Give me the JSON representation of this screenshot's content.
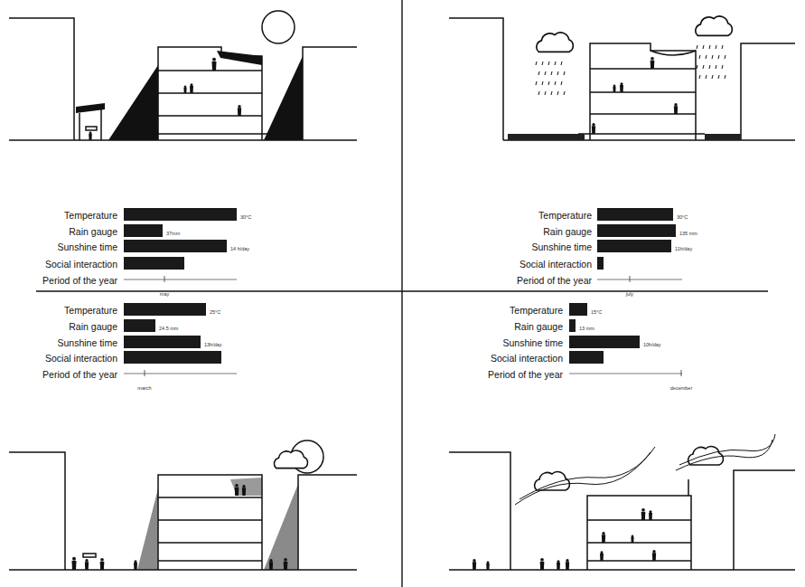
{
  "diagram": {
    "labels": [
      "Temperature",
      "Rain gauge",
      "Sunshine time",
      "Social interaction",
      "Period of the year",
      "30°C",
      "37mm",
      "14 h/day",
      "may",
      "Temperature",
      "Rain gauge",
      "Sunshine time",
      "Social interaction",
      "Period of the year",
      "30°C",
      "135 mm",
      "11h/day",
      "july",
      "Temperature",
      "Rain gauge",
      "Sunshine time",
      "Social interaction",
      "Period of the year",
      "25°C",
      "24.5 mm",
      "13h/day",
      "march",
      "Temperature",
      "Rain gauge",
      "Sunshine time",
      "Social interaction",
      "Period of the year",
      "15°C",
      "13 mm",
      "10h/day",
      "december"
    ]
  }
}
